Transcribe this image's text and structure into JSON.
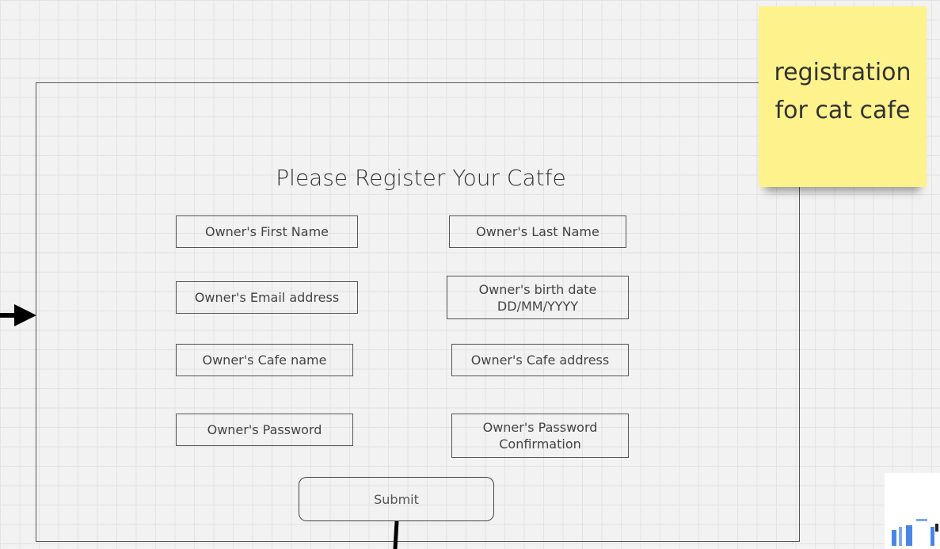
{
  "sticky_note": {
    "text": "registration\nfor cat cafe"
  },
  "form": {
    "title": "Please Register Your Catfe",
    "fields": {
      "first_name": "Owner's First Name",
      "last_name": "Owner's Last Name",
      "email": "Owner's Email address",
      "birth_date": "Owner's birth date\nDD/MM/YYYY",
      "cafe_name": "Owner's Cafe name",
      "cafe_address": "Owner's Cafe address",
      "password": "Owner's Password",
      "password_confirm": "Owner's Password\nConfirmation"
    },
    "submit_label": "Submit"
  },
  "colors": {
    "canvas": "#f2f2f2",
    "grid": "#e3e3e3",
    "sticky": "#fdf28b",
    "border": "#555555"
  }
}
